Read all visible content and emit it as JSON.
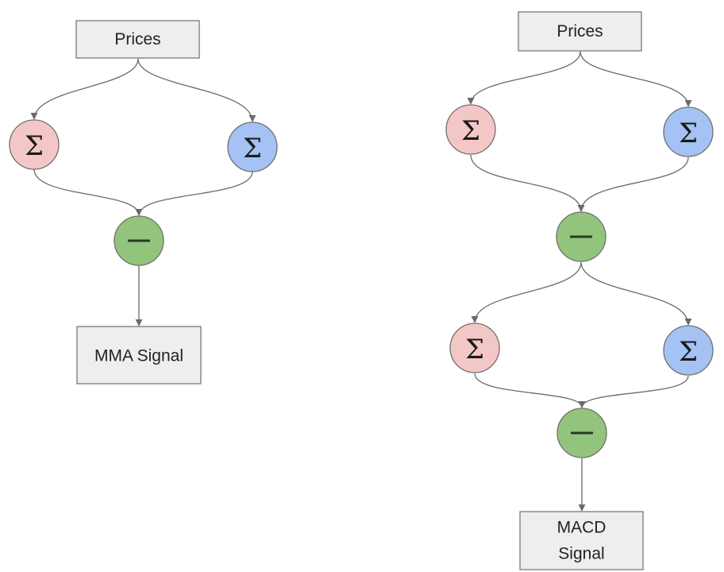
{
  "colors": {
    "box_fill": "#eeeeee",
    "sum_fast": "#f4c7c7",
    "sum_slow": "#a4c2f4",
    "subtract": "#93c47d",
    "edge": "#6a6a6a"
  },
  "icons": {
    "sum": "Σ",
    "subtract": "minus-icon"
  },
  "diagrams": [
    {
      "name": "mma",
      "input_label": "Prices",
      "output_label_lines": [
        "MMA Signal"
      ],
      "stages": [
        {
          "left_op": "sum",
          "right_op": "sum",
          "combine_op": "subtract"
        }
      ]
    },
    {
      "name": "macd",
      "input_label": "Prices",
      "output_label_lines": [
        "MACD",
        "Signal"
      ],
      "stages": [
        {
          "left_op": "sum",
          "right_op": "sum",
          "combine_op": "subtract"
        },
        {
          "left_op": "sum",
          "right_op": "sum",
          "combine_op": "subtract"
        }
      ]
    }
  ]
}
